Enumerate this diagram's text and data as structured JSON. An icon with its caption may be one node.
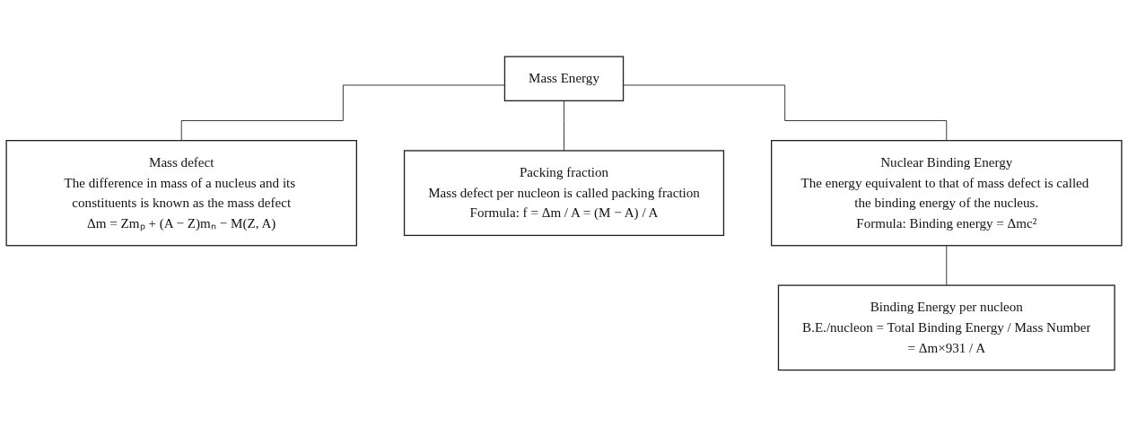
{
  "diagram": {
    "nodes": [
      {
        "text": [
          "Mass Energy"
        ]
      },
      {
        "text": [
          "Mass defect",
          "The difference in mass of a nucleus and its constituents is known as the mass defect",
          "Δm = Zmₚ + (A − Z)mₙ − M(Z, A)"
        ]
      },
      {
        "text": [
          "Packing fraction",
          "Mass defect per nucleon is called packing fraction",
          "Formula: f = Δm / A = (M − A) / A"
        ]
      },
      {
        "text": [
          "Nuclear Binding Energy",
          "The energy equivalent to that of mass defect is called the binding energy of the nucleus.",
          "Formula: Binding energy = Δmc²"
        ]
      },
      {
        "text": [
          "Binding Energy per nucleon",
          "B.E./nucleon = Total Binding Energy / Mass Number",
          "= Δm×931 / A"
        ]
      }
    ],
    "edges": [
      {
        "from": 0,
        "to": 3,
        "arrow": "none"
      },
      {
        "from": 0,
        "to": 1,
        "arrow": "none"
      },
      {
        "from": 0,
        "to": 2,
        "arrow": "none"
      },
      {
        "from": 3,
        "to": 4,
        "arrow": "none"
      }
    ]
  }
}
